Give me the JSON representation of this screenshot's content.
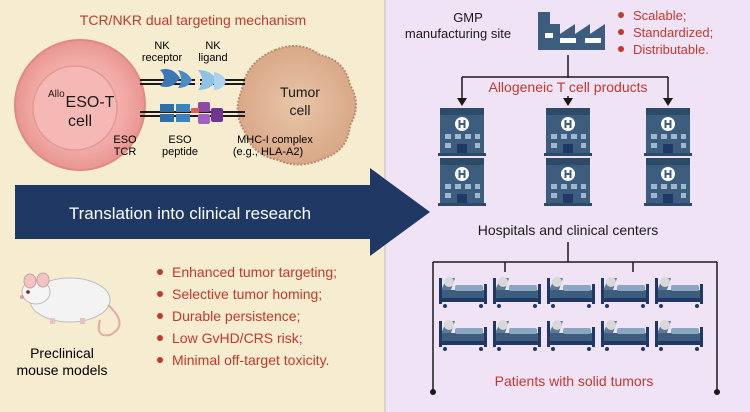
{
  "left_panel": {
    "title": "TCR/NKR dual targeting mechanism",
    "t_cell": {
      "superscript": "Allo",
      "label_line1": "ESO-T",
      "label_line2": "cell"
    },
    "tumor_cell": {
      "label_line1": "Tumor",
      "label_line2": "cell"
    },
    "nk_receptor": {
      "line1": "NK",
      "line2": "receptor"
    },
    "nk_ligand": {
      "line1": "NK",
      "line2": "ligand"
    },
    "eso_tcr": {
      "line1": "ESO",
      "line2": "TCR"
    },
    "eso_peptide": {
      "line1": "ESO",
      "line2": "peptide"
    },
    "mhc": {
      "line1": "MHC-I complex",
      "line2": "(e.g., HLA-A2)"
    },
    "mouse_label": {
      "line1": "Preclinical",
      "line2": "mouse models"
    },
    "bullets": [
      "Enhanced tumor targeting;",
      "Selective tumor homing;",
      "Durable persistence;",
      "Low GvHD/CRS risk;",
      "Minimal off-target toxicity."
    ]
  },
  "arrow_text": "Translation into clinical research",
  "right_panel": {
    "gmp": {
      "line1": "GMP",
      "line2": "manufacturing site"
    },
    "features": [
      "Scalable;",
      "Standardized;",
      "Distributable."
    ],
    "products_label": "Allogeneic T cell products",
    "hospitals_label": "Hospitals and clinical centers",
    "patients_label": "Patients with solid tumors"
  },
  "colors": {
    "left_bg": "#f6ecd0",
    "right_bg": "#f1e3f6",
    "accent_red": "#c0392b",
    "navy": "#1f3864",
    "steel": "#3c5d7e",
    "dark_text": "#1a1a1a"
  },
  "icons": [
    "t-cell-icon",
    "tumor-cell-icon",
    "factory-icon",
    "hospital-icon",
    "patient-bed-icon",
    "mouse-icon"
  ]
}
